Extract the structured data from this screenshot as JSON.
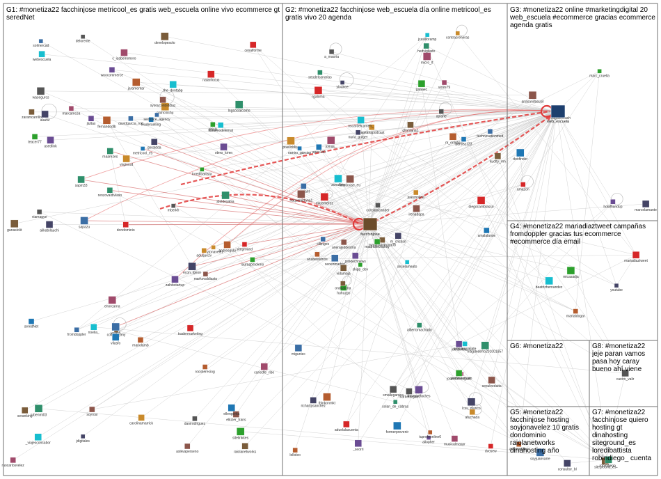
{
  "groups": [
    {
      "id": "g1",
      "title": "G1: #monetiza22 facchinjose metricool_es gratis web_escuela online vivo ecommerce gt seredNet"
    },
    {
      "id": "g2",
      "title": "G2: #monetiza22 facchinjose web_escuela día online metricool_es gratis vivo 20 agenda"
    },
    {
      "id": "g3",
      "title": "G3: #monetiza22 online #marketingdigital 20 web_escuela #ecommerce gracias ecommerce agenda gratis"
    },
    {
      "id": "g4",
      "title": "G4: #monetiza22 mariadiaztweet campañas fromdoppler gracias tus ecommerce #ecommerce día email"
    },
    {
      "id": "g6",
      "title": "G6: #monetiza22"
    },
    {
      "id": "g8",
      "title": "G8: #monetiza22 jeje paran vamos pasa hoy caray bueno ahí viene"
    },
    {
      "id": "g5",
      "title": "G5: #monetiza22 facchinjose hosting soyjonavelez 10 gratis dondominio raiolanetworks dinahosting año"
    },
    {
      "id": "g7",
      "title": "G7: #monetiza22 facchinjose quiero hosting gt dinahosting siteground_es loredibattista robindiego_ cuenta"
    }
  ],
  "hubs": {
    "g2": {
      "label": "facchinjose",
      "color": "#e23a3a"
    },
    "g3": {
      "label": "web_escuela",
      "color": "#e23a3a"
    }
  },
  "nodes": {
    "g1": [
      "sapazu",
      "coffeefaymy",
      "lngsocialcomo",
      "enorcarna",
      "delorente",
      "patriciochu",
      "leaderselling",
      "woocommerce",
      "elkizer_trans",
      "teacer77",
      "tradermarketing",
      "the_dentabp",
      "alazar",
      "fernandodlb",
      "solmercad",
      "zaramcarrillo",
      "maarezes",
      "raocarlosvelez",
      "wasegurcs",
      "carolinamarrick",
      "metricool_es",
      "usedlink",
      "asikvaperseno",
      "sitelinkkes",
      "siteground",
      "_viajesconsabor",
      "econ_lgeon",
      "jaramentar",
      "usact5",
      "ganaslolit",
      "sapm33",
      "cariedfe_ribe",
      "mberkh",
      "soyjonavelez",
      "seredNet",
      "zalnbstartup",
      "sysoyconbiddiaz",
      "loredibattista",
      "dondominio",
      "noelia_",
      "jdigitales",
      "mariolamb",
      "fromdoppler",
      "raiolanetworks",
      "jdeldesalsa",
      "marcamcsa",
      "viamagye",
      "virginrod",
      "vilasfo",
      "jlultas",
      "soyrosi",
      "lauraspmoleno",
      "nalanfocus",
      "lobuenodelemal",
      "goratdda",
      "andresgubi",
      "davidgarcia_rod",
      "developesolo",
      "renzovaldiviaso",
      "c_isabelromero",
      "danirodriguez",
      "aduquezv",
      "ellengerita",
      "otero_loren",
      "markovaldiasto",
      "aitialk",
      "cesalforme",
      "webescuela",
      "alikatolauchi",
      "rociolereciog",
      "seoforce_agency",
      "seranking",
      "rubenmi03"
    ],
    "g2": [
      "micro_lt",
      "marketergam",
      "pixelicblog",
      "formerprevenir",
      "ailopher",
      "sepulvedaita",
      "huhuzgo",
      "aduelalacuenta",
      "ancelameato",
      "m_cristian",
      "m_onlobs",
      "cristiant",
      "kuotty_mn",
      "solan_de_cabras",
      "jordimestrado",
      "a_maoria",
      "capitanapodcast",
      "ramiro_garcias",
      "frevenrefaches",
      "lraquelaldana1",
      "gaaaec",
      "diegocamblasso",
      "jcasilloramp",
      "yloance",
      "anabelaidnos",
      "clllinges",
      "mariaboinmara08",
      "hedvigilado",
      "joinas_",
      "aplane",
      "juanmolina",
      "apex140",
      "pinktechnews",
      "anerajeddesma",
      "skipp_dev",
      "dvosew",
      "ampanogaljate",
      "lcsu_planco",
      "tuprofeonline6",
      "seoenmadrid",
      "vidamaja",
      "albertomachado",
      "vioze79",
      "ccitolopicander",
      "contracreneras",
      "amalalanse",
      "_seorri",
      "irenadapa",
      "madridtechahoy",
      "mkremerez",
      "zonafpro",
      "richartpsanchez",
      "lelloleo",
      "technovationmed",
      "ondaalcha",
      "seodelcanarias",
      "musicalmaspr",
      "smallegaroca",
      "afuchada",
      "pardea123",
      "joenbolda",
      "fototiouse_eu",
      "josemoreroguer",
      "rgaloma",
      "oscardelcamen_",
      "nuria_gutger",
      "thinkonmkt",
      "miguniec",
      "gllontana1",
      "magdedefro201001857"
    ],
    "g3": [
      "doofinder",
      "holaffiandup",
      "anasandasusil",
      "marc_cruella",
      "amazon",
      "hdgalenzach",
      "marcelamante"
    ],
    "g4": [
      "micasadja",
      "mariadiaztweet",
      "beatrizhernandez",
      "youtube",
      "martaldogar"
    ],
    "g5": [
      "consultor_bl",
      "anamartinez",
      "soyjuanvarre"
    ],
    "g7": [
      "siteground_es",
      "robindiego_"
    ],
    "g8": [
      "castro_valir"
    ]
  }
}
